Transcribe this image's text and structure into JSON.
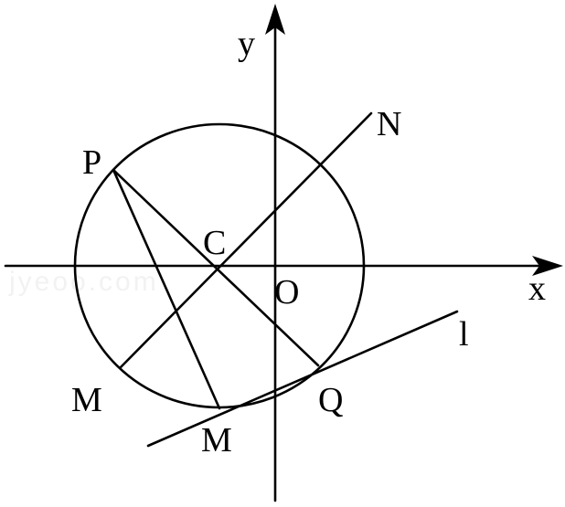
{
  "diagram": {
    "labels": {
      "y_axis": "y",
      "x_axis": "x",
      "origin": "O",
      "center": "C",
      "point_p": "P",
      "point_n": "N",
      "point_m_left": "M",
      "point_m_bottom": "M",
      "point_q": "Q",
      "line_l": "l"
    },
    "watermark": "jyeoo.com",
    "colors": {
      "stroke": "#000000",
      "background": "#ffffff"
    }
  }
}
